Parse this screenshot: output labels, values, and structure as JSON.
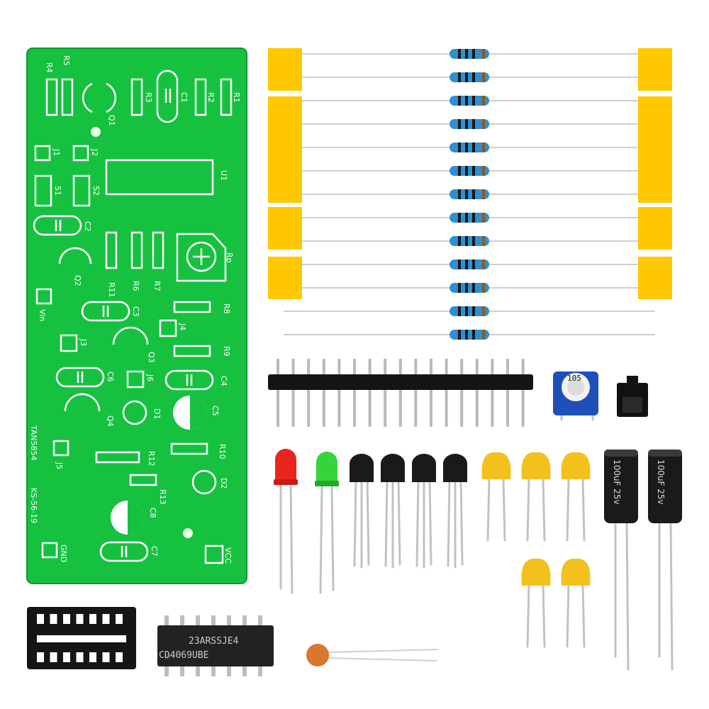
{
  "colors": {
    "pcb": "#16c140",
    "pcb_edge": "#0d9a30",
    "silk": "#ffffff",
    "tape": "#ffc800",
    "resistor_body": "#2f8fd0",
    "header_plastic": "#141414",
    "led_red": "#e8261e",
    "led_green": "#35d43a",
    "ceramic_cap": "#f3c11d",
    "disc_cap": "#d9772e",
    "electrolytic": "#1a1a1a"
  },
  "pcb": {
    "labels": {
      "r4": "R4",
      "r5": "R5",
      "r3": "R3",
      "c1": "C1",
      "r2": "R2",
      "r1": "R1",
      "q1": "Q1",
      "j1": "J1",
      "j2": "J2",
      "u1": "U1",
      "s1": "S1",
      "s2": "S2",
      "c2": "C2",
      "rp": "Rp",
      "q2": "Q2",
      "r11": "R11",
      "r6": "R6",
      "r7": "R7",
      "vin": "Vin",
      "c3": "C3",
      "r8": "R8",
      "j3": "J3",
      "j4": "J4",
      "q3": "Q3",
      "r9": "R9",
      "c6": "C6",
      "j6": "J6",
      "c4": "C4",
      "d1": "D1",
      "c5": "C5",
      "q4": "Q4",
      "tan": "TAN5854",
      "r10": "R10",
      "r12": "R12",
      "j5": "J5",
      "d2": "D2",
      "r13": "R13",
      "kscode": "KS-56-19",
      "c8": "C8",
      "gnd": "GND",
      "c7": "C7",
      "vcc": "VCC"
    }
  },
  "components": {
    "resistor_count": 13,
    "header_pin_count": 17,
    "transistor_count": 4,
    "ic_marking_line1": "23ARSSJE4",
    "ic_marking_line2": "CD4069UBE",
    "trimmer_label": "105",
    "cap_label_left": "100uF 25v",
    "cap_label_right": "100uF 25v"
  }
}
